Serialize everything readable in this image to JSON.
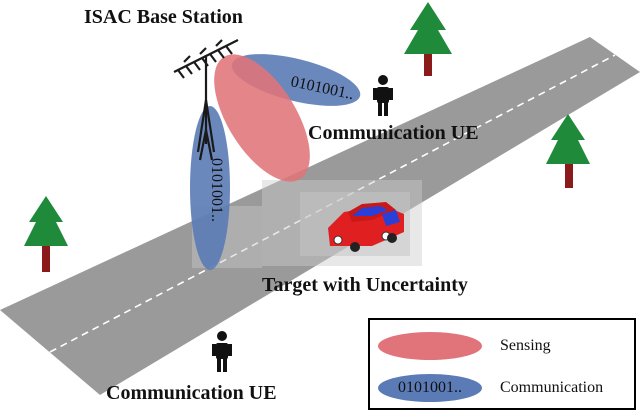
{
  "labels": {
    "bs_title": "ISAC Base Station",
    "ue_top": "Communication UE",
    "target": "Target with Uncertainty",
    "ue_bottom": "Communication UE"
  },
  "beams": {
    "comm_top_bits": "0101001..",
    "comm_vertical_bits": "0101001..",
    "sensing_color": "#e0747a",
    "comm_color": "#5b7bb6"
  },
  "legend": {
    "sensing_label": "Sensing",
    "comm_swatch_text": "0101001..",
    "comm_label": "Communication"
  },
  "colors": {
    "road": "#999999",
    "car": "#e02020",
    "tree_foliage": "#1f8a3a",
    "tree_trunk": "#8b1a1a"
  }
}
